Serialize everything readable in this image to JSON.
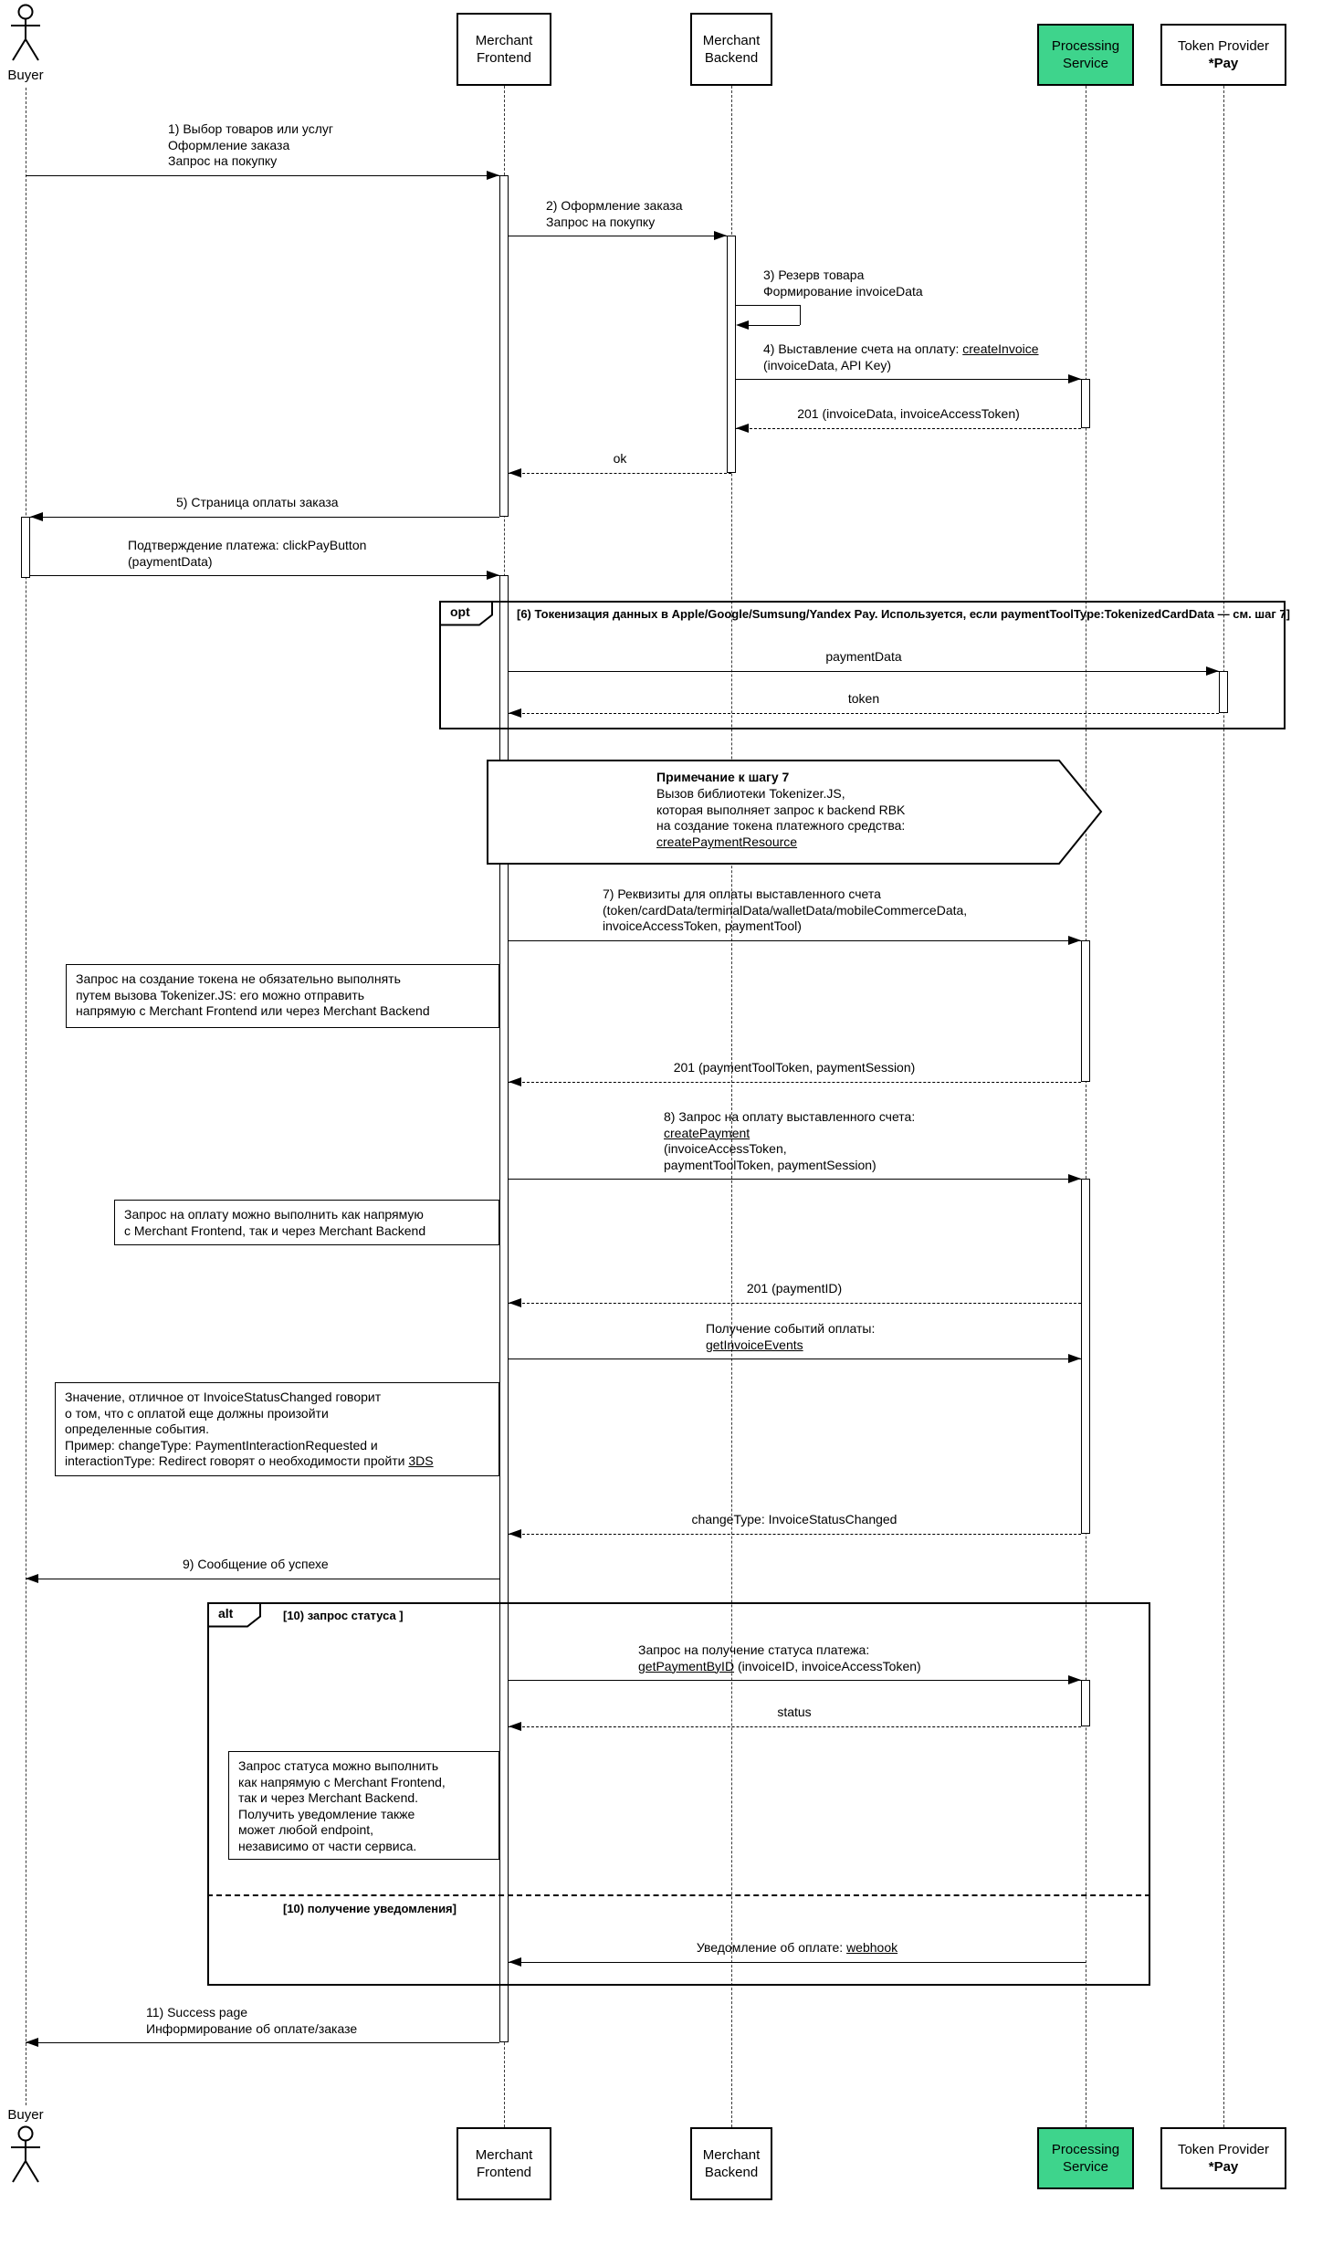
{
  "diagram": {
    "kind": "uml-sequence-payment-flow",
    "accent_green": "#3ed48c",
    "line_color": "#000000",
    "background": "#ffffff"
  },
  "participants": {
    "buyer_label": "Buyer",
    "frontend": "Merchant\nFrontend",
    "backend": "Merchant\nBackend",
    "processing": "Processing\nService",
    "token_line1": "Token Provider",
    "token_line2": "*Pay"
  },
  "messages": {
    "m1": "1) Выбор товаров или услуг\nОформление заказа\nЗапрос на покупку",
    "m2": "2) Оформление заказа\nЗапрос на покупку",
    "m3": "3) Резерв товара\nФормирование invoiceData",
    "m4_pre": "4) Выставление счета на оплату: ",
    "m4_link": "createInvoice",
    "m4_post": "\n(invoiceData, API Key)",
    "m5": "201 (invoiceData, invoiceAccessToken)",
    "m6": "ok",
    "m7": "5) Страница оплаты заказа",
    "m8": "Подтверждение платежа: clickPayButton\n(paymentData)",
    "opt_payment_data": "paymentData",
    "opt_token": "token",
    "m9_step7": "7) Реквизиты для оплаты выставленного счета\n(token/cardData/terminalData/walletData/mobileCommerceData,\ninvoiceAccessToken, paymentTool)",
    "m10": "201 (paymentToolToken, paymentSession)",
    "m11_pre": "8) Запрос на оплату выставленного счета:\n",
    "m11_link": "createPayment",
    "m11_post": "\n(invoiceAccessToken,\npaymentToolToken, paymentSession)",
    "m12": "201 (paymentID)",
    "m13_pre": "Получение событий оплаты:\n",
    "m13_link": "getInvoiceEvents",
    "m14": "changeType: InvoiceStatusChanged",
    "m15": "9) Сообщение об успехе",
    "m16_pre": "Запрос на получение статуса платежа:\n",
    "m16_link": "getPaymentByID",
    "m16_post": " (invoiceID, invoiceAccessToken)",
    "m17": "status",
    "m18_pre": "Уведомление об оплате: ",
    "m18_link": "webhook",
    "m19": "11) Success page\nИнформирование об оплате/заказе"
  },
  "fragments": {
    "opt_label": "opt",
    "opt_guard": "[6) Токенизация данных в Apple/Google/Sumsung/Yandex Pay. Используется, если paymentToolType:TokenizedCardData — см. шаг 7]",
    "alt_label": "alt",
    "alt_guard": "[10) запрос статуса ]",
    "alt_divider_label": "[10) получение уведомления]"
  },
  "notes": {
    "step7_title": "Примечание к шагу 7",
    "step7_body": "Вызов библиотеки Tokenizer.JS,\nкоторая выполняет запрос к backend RBK\nна создание токена платежного средства:\n",
    "step7_link": "createPaymentResource",
    "token_note": "Запрос на создание токена не обязательно выполнять\nпутем вызова Tokenizer.JS: его можно отправить\nнапрямую с Merchant Frontend или через Merchant Backend",
    "payment_note": "Запрос на оплату можно выполнить как напрямую\nс Merchant Frontend, так и через Merchant Backend",
    "events_note_pre": "Значение, отличное от InvoiceStatusChanged говорит\nо том, что с оплатой еще должны произойти\nопределенные события.\nПример: changeType: PaymentInteractionRequested и\ninteractionType: Redirect говорят о необходимости пройти ",
    "events_note_link": "3DS",
    "status_note": "Запрос статуса можно выполнить\nкак напрямую с Merchant Frontend,\nтак и через Merchant Backend.\nПолучить уведомление также\nможет любой endpoint,\nнезависимо от части сервиса."
  }
}
